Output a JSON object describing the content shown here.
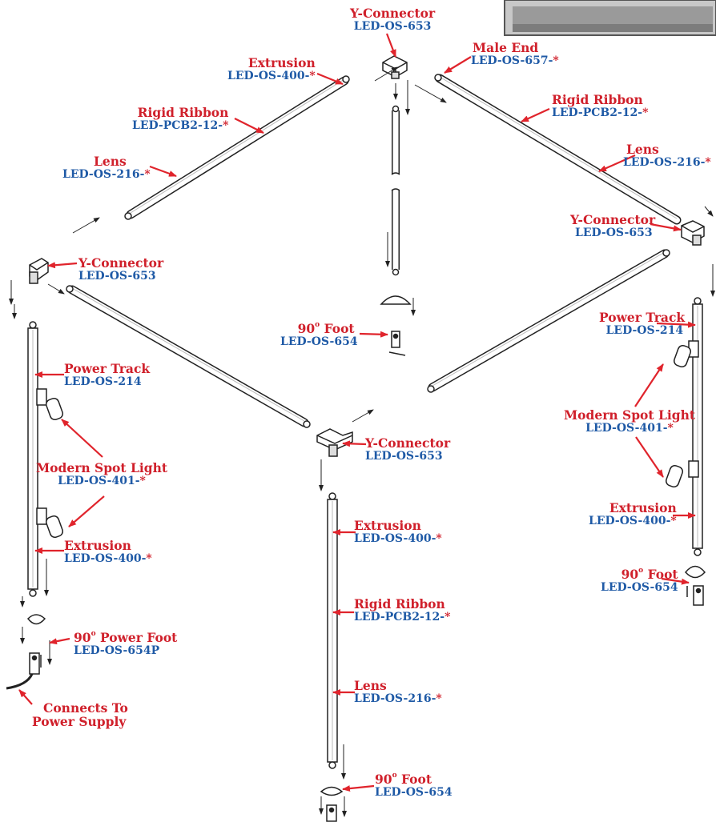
{
  "colors": {
    "label_name": "#d0202b",
    "part_number": "#1f5aa6",
    "arrow": "#e0242c",
    "line": "#222222"
  },
  "labels": {
    "y_top": {
      "name": "Y-Connector",
      "part": "LED-OS-653"
    },
    "male_end": {
      "name": "Male End",
      "part": "LED-OS-657-"
    },
    "extrusion_top": {
      "name": "Extrusion",
      "part": "LED-OS-400-"
    },
    "rigid_ribbon_left": {
      "name": "Rigid Ribbon",
      "part": "LED-PCB2-12-"
    },
    "rigid_ribbon_right": {
      "name": "Rigid Ribbon",
      "part": "LED-PCB2-12-"
    },
    "lens_left": {
      "name": "Lens",
      "part": "LED-OS-216-"
    },
    "lens_right": {
      "name": "Lens",
      "part": "LED-OS-216-"
    },
    "y_right": {
      "name": "Y-Connector",
      "part": "LED-OS-653"
    },
    "y_left": {
      "name": "Y-Connector",
      "part": "LED-OS-653"
    },
    "foot_center": {
      "name": "90",
      "deg": "o",
      "name2": " Foot",
      "part": "LED-OS-654"
    },
    "power_track_left": {
      "name": "Power Track",
      "part": "LED-OS-214"
    },
    "power_track_right": {
      "name": "Power Track",
      "part": "LED-OS-214"
    },
    "spot_left": {
      "name": "Modern Spot Light",
      "part": "LED-OS-401-"
    },
    "spot_right": {
      "name": "Modern Spot Light",
      "part": "LED-OS-401-"
    },
    "y_front": {
      "name": "Y-Connector",
      "part": "LED-OS-653"
    },
    "extrusion_left": {
      "name": "Extrusion",
      "part": "LED-OS-400-"
    },
    "extrusion_front": {
      "name": "Extrusion",
      "part": "LED-OS-400-"
    },
    "extrusion_right": {
      "name": "Extrusion",
      "part": "LED-OS-400-"
    },
    "foot_right": {
      "name": "90",
      "deg": "o",
      "name2": " Foot",
      "part": "LED-OS-654"
    },
    "rigid_ribbon_front": {
      "name": "Rigid Ribbon",
      "part": "LED-PCB2-12-"
    },
    "power_foot": {
      "name": "90",
      "deg": "o",
      "name2": " Power Foot",
      "part": "LED-OS-654P"
    },
    "lens_front": {
      "name": "Lens",
      "part": "LED-OS-216-"
    },
    "connects": {
      "line1": "Connects To",
      "line2": "Power Supply"
    },
    "foot_front": {
      "name": "90",
      "deg": "o",
      "name2": " Foot",
      "part": "LED-OS-654"
    },
    "asterisk": "*"
  }
}
